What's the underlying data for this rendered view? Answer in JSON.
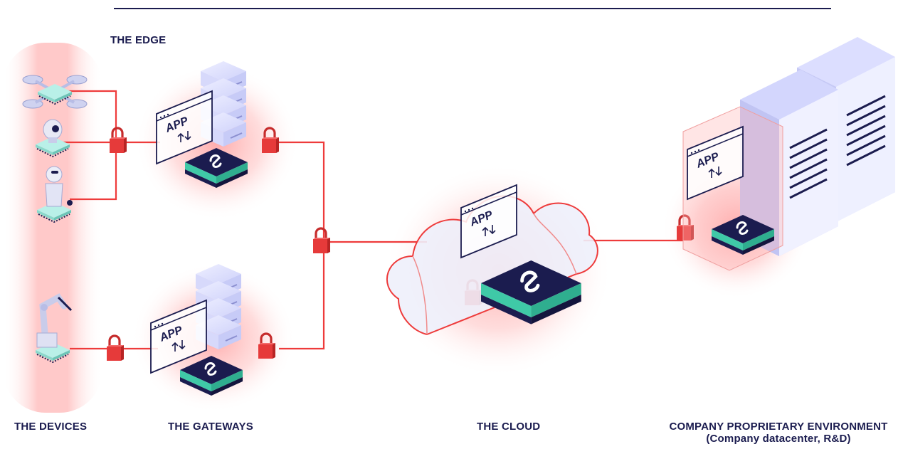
{
  "labels": {
    "edge": "THE EDGE",
    "devices": "THE DEVICES",
    "gateways": "THE GATEWAYS",
    "cloud": "THE CLOUD",
    "company_line1": "COMPANY PROPRIETARY ENVIRONMENT",
    "company_line2": "(Company datacenter, R&D)"
  },
  "app_label": "APP",
  "colors": {
    "navy": "#1b1c4f",
    "accent_red": "#ee3b3b",
    "lock_red": "#e63a3a",
    "teal": "#3fc9a7",
    "server_lavender": "#d9dbff",
    "glow_pink": "#ff9f9f"
  },
  "icons": [
    "drone-icon",
    "webcam-icon",
    "robot-icon",
    "robotic-arm-icon",
    "padlock-icon",
    "server-stack-icon",
    "app-window-icon",
    "chip-logo-icon",
    "cloud-icon",
    "datacenter-rack-icon"
  ]
}
